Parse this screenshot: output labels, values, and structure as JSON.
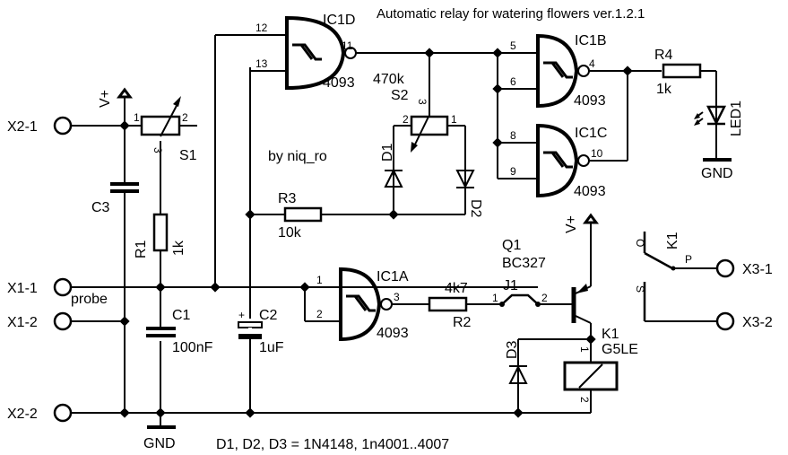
{
  "title": "Automatic relay for watering flowers ver.1.2.1",
  "author": "by niq_ro",
  "note": "D1, D2, D3 = 1N4148, 1n4001..4007",
  "supply": {
    "vplus": "V+",
    "gnd": "GND"
  },
  "connectors": {
    "x2_1": "X2-1",
    "x1_1": "X1-1",
    "x1_2": "X1-2",
    "x2_2": "X2-2",
    "x3_1": "X3-1",
    "x3_2": "X3-2",
    "probe": "probe"
  },
  "components": {
    "ic1a": {
      "ref": "IC1A",
      "type": "4093",
      "pins": [
        "1",
        "2",
        "3"
      ]
    },
    "ic1b": {
      "ref": "IC1B",
      "type": "4093",
      "pins": [
        "5",
        "6",
        "4"
      ]
    },
    "ic1c": {
      "ref": "IC1C",
      "type": "4093",
      "pins": [
        "8",
        "9",
        "10"
      ]
    },
    "ic1d": {
      "ref": "IC1D",
      "type": "4093",
      "pins": [
        "12",
        "13",
        "11"
      ]
    },
    "s1": {
      "ref": "S1",
      "pins": [
        "1",
        "2",
        "3"
      ]
    },
    "s2": {
      "ref": "S2",
      "value": "470k",
      "pins": [
        "2",
        "1",
        "3"
      ]
    },
    "r1": {
      "ref": "R1",
      "value": "1k"
    },
    "r2": {
      "ref": "R2",
      "value": "4k7"
    },
    "r3": {
      "ref": "R3",
      "value": "10k"
    },
    "r4": {
      "ref": "R4",
      "value": "1k"
    },
    "c1": {
      "ref": "C1",
      "value": "100nF"
    },
    "c2": {
      "ref": "C2",
      "value": "1uF",
      "polarity": "+"
    },
    "c3": {
      "ref": "C3"
    },
    "d1": {
      "ref": "D1"
    },
    "d2": {
      "ref": "D2"
    },
    "d3": {
      "ref": "D3"
    },
    "led1": {
      "ref": "LED1"
    },
    "q1": {
      "ref": "Q1",
      "type": "BC327"
    },
    "j1": {
      "ref": "J1",
      "pins": [
        "1",
        "2"
      ]
    },
    "k1": {
      "ref": "K1",
      "type": "G5LE",
      "pins": [
        "1",
        "2"
      ],
      "contacts": [
        "O",
        "P",
        "S"
      ]
    }
  }
}
